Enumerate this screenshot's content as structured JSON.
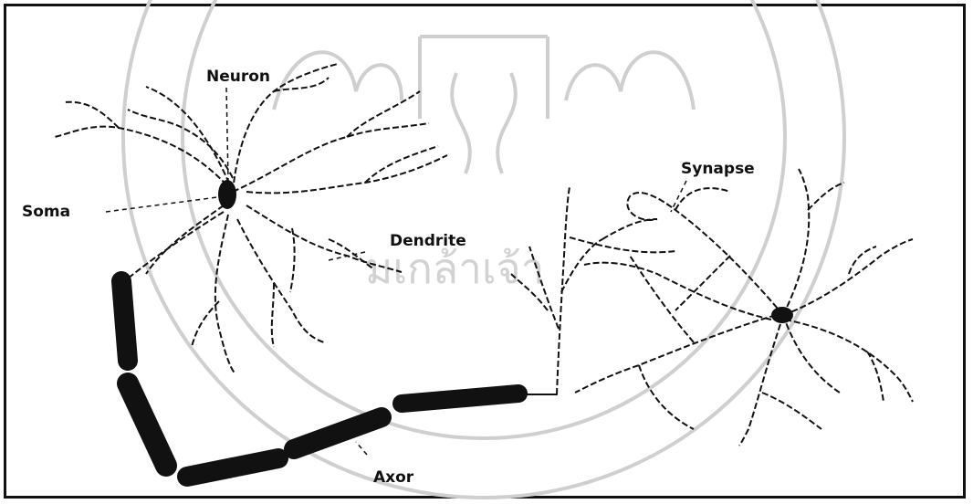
{
  "labels": {
    "neuron": "Neuron",
    "soma": "Soma",
    "dendrite": "Dendrite",
    "synapse": "Synapse",
    "axon": "Axor"
  },
  "watermark": {
    "kind": "university-seal",
    "text_fragment": "มเกล้าเจ้า"
  },
  "colors": {
    "ink": "#111111",
    "watermark": "#c8c8c8",
    "background": "#ffffff"
  }
}
